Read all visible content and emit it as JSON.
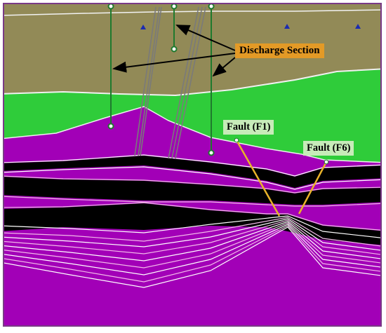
{
  "labels": {
    "discharge_section": "Discharge Section",
    "fault_f1": "Fault (F1)",
    "fault_f6": "Fault (F6)"
  },
  "colors": {
    "frame": "#7a3a86",
    "overburden": "#928a57",
    "green_layer": "#2fcc3a",
    "magenta": "#a200b7",
    "black_bed": "#000000",
    "pink_line": "#f2b9e9",
    "well_line": "#1f7a2e",
    "fault_line": "#e9b32a",
    "marker": "#1b2bb0",
    "discharge_tag": "#e39a26",
    "fault_tag": "#c7ebb9"
  }
}
